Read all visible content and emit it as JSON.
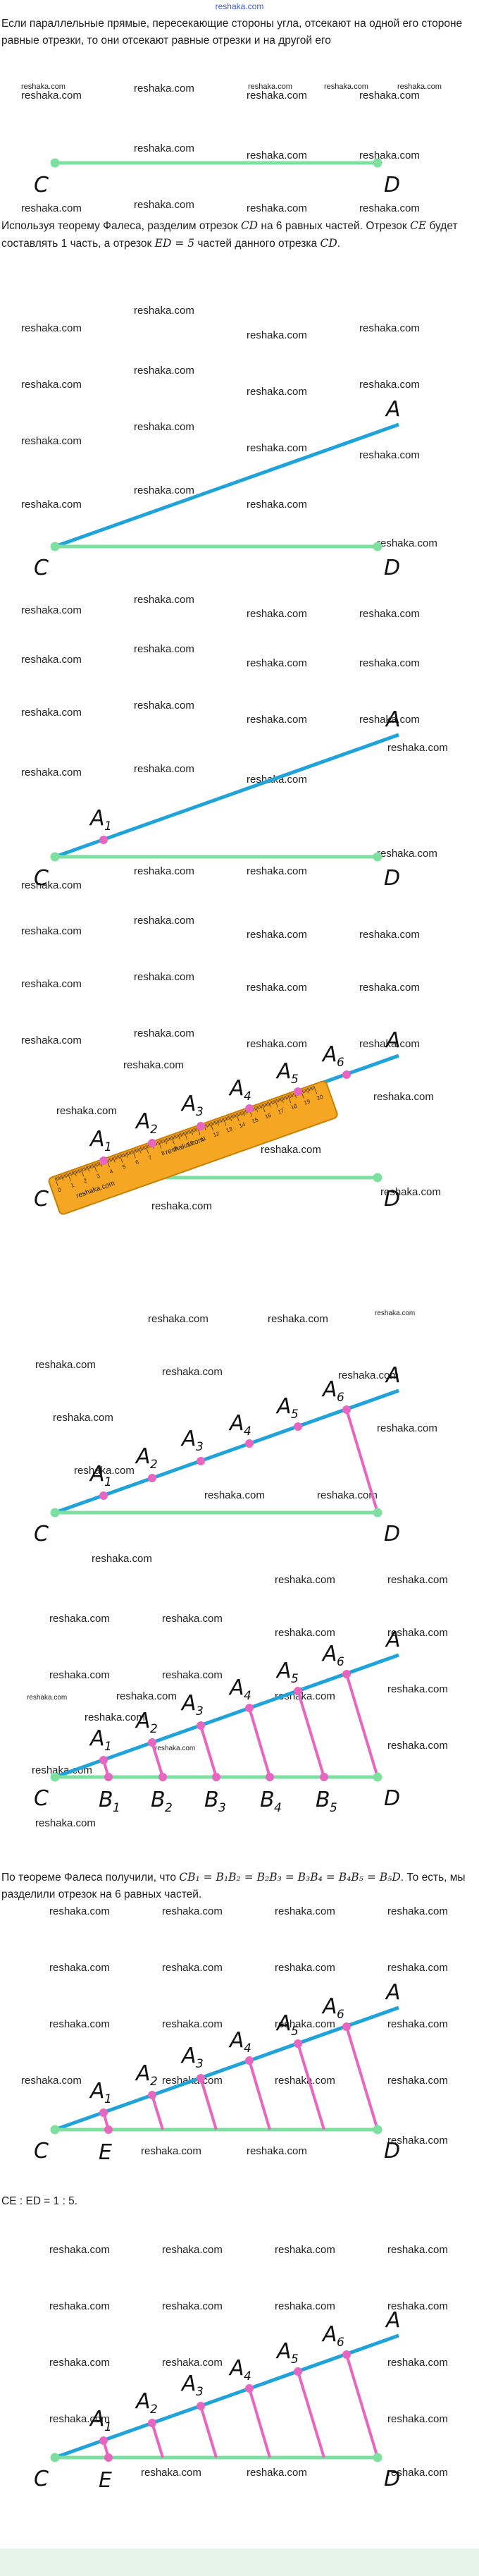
{
  "site_link": "reshaka.com",
  "watermark": "reshaka.com",
  "paragraphs": {
    "p1": "Если параллельные прямые, пересекающие стороны угла, отсекают на одной его стороне равные отрезки, то они отсекают равные отрезки и на другой его",
    "p2_a": "Используя теорему Фалеса, разделим отрезок ",
    "p2_b": "CD",
    "p2_c": " на 6 равных частей. Отрезок ",
    "p2_d": "CE",
    "p2_e": " будет составлять 1 часть, а отрезок ",
    "p2_f": "ED = 5",
    "p2_g": " частей данного отрезка ",
    "p2_h": "CD",
    "p2_i": ".",
    "p3_a": "По теореме Фалеса получили, что ",
    "p3_b": "CB₁ = B₁B₂ = B₂B₃ = B₃B₄ = B₄B₅ = B₅D",
    "p3_c": ". То есть, мы разделили отрезок на 6 равных частей.",
    "p4": "CE : ED = 1 : 5."
  },
  "labels": {
    "C": "C",
    "D": "D",
    "A": "A",
    "E": "E",
    "A_prefix": "A",
    "B_prefix": "B",
    "subs": [
      "1",
      "2",
      "3",
      "4",
      "5",
      "6"
    ]
  },
  "ruler_numbers": [
    "0",
    "1",
    "2",
    "3",
    "4",
    "5",
    "6",
    "7",
    "8",
    "9",
    "10",
    "11",
    "12",
    "13",
    "14",
    "15",
    "16",
    "17",
    "18",
    "19",
    "20"
  ],
  "colors": {
    "segment": "#7ee0a0",
    "ray": "#1fa3d9",
    "marks": "#e766c0",
    "point": "#7ee0a0",
    "ruler": "#f5a623"
  }
}
